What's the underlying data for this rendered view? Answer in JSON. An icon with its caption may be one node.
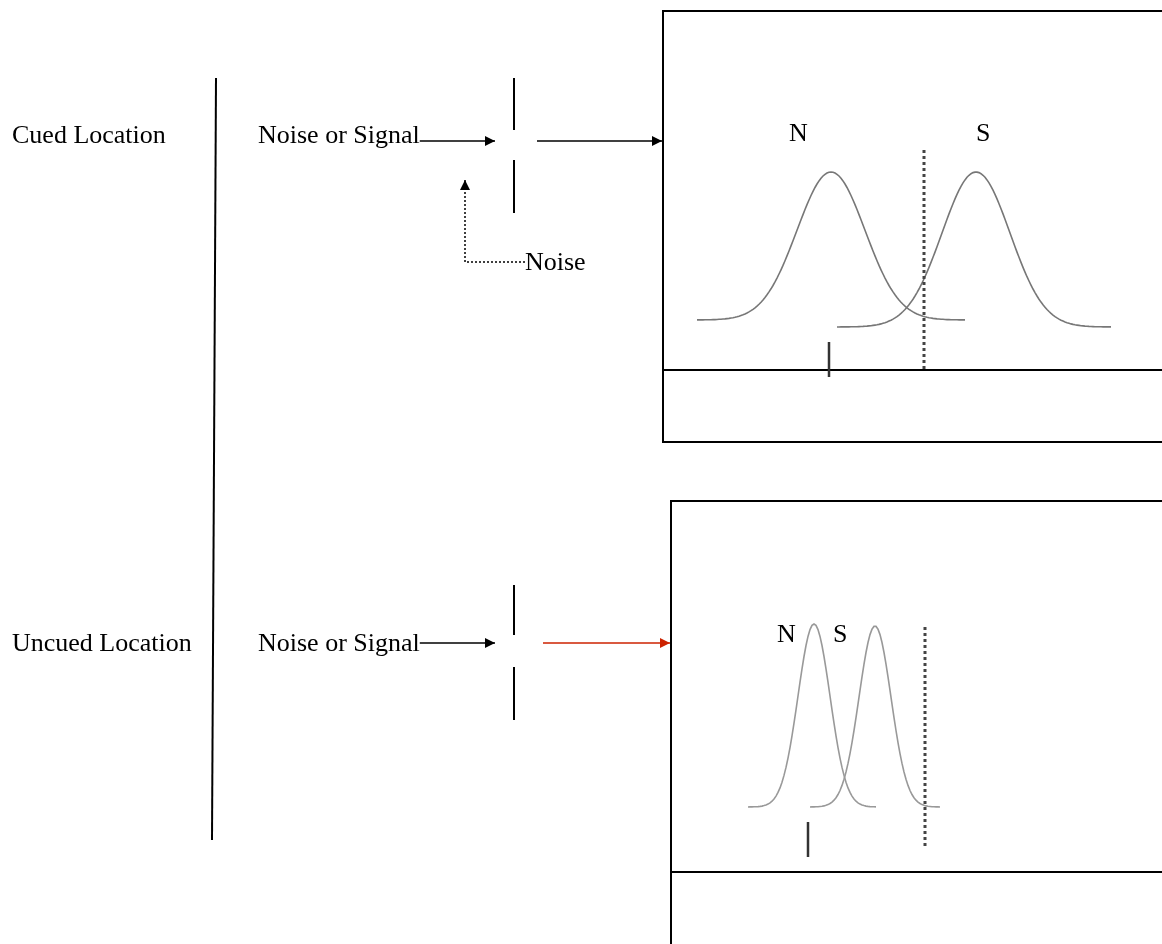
{
  "diagram": {
    "nodes": [
      {
        "text": [
          "Cued Location"
        ]
      },
      {
        "text": [
          "Noise or Signal"
        ]
      },
      {
        "text": [
          "Noise"
        ]
      },
      {
        "text": [],
        "shape": "box"
      },
      {
        "text": [
          "Uncued Location"
        ]
      },
      {
        "text": [
          "Noise or Signal"
        ]
      },
      {
        "text": [],
        "shape": "box"
      }
    ],
    "edges": [
      {
        "from": 1,
        "to": null,
        "arrow": "to"
      },
      {
        "from": null,
        "to": 3,
        "arrow": "to"
      },
      {
        "from": 2,
        "to": null,
        "arrow": "to",
        "style": "dashed"
      },
      {
        "from": 5,
        "to": null,
        "arrow": "to"
      },
      {
        "from": null,
        "to": 6,
        "arrow": "to",
        "color": "#cc2200"
      }
    ],
    "labels": [
      "N",
      "S",
      "N",
      "S"
    ]
  }
}
